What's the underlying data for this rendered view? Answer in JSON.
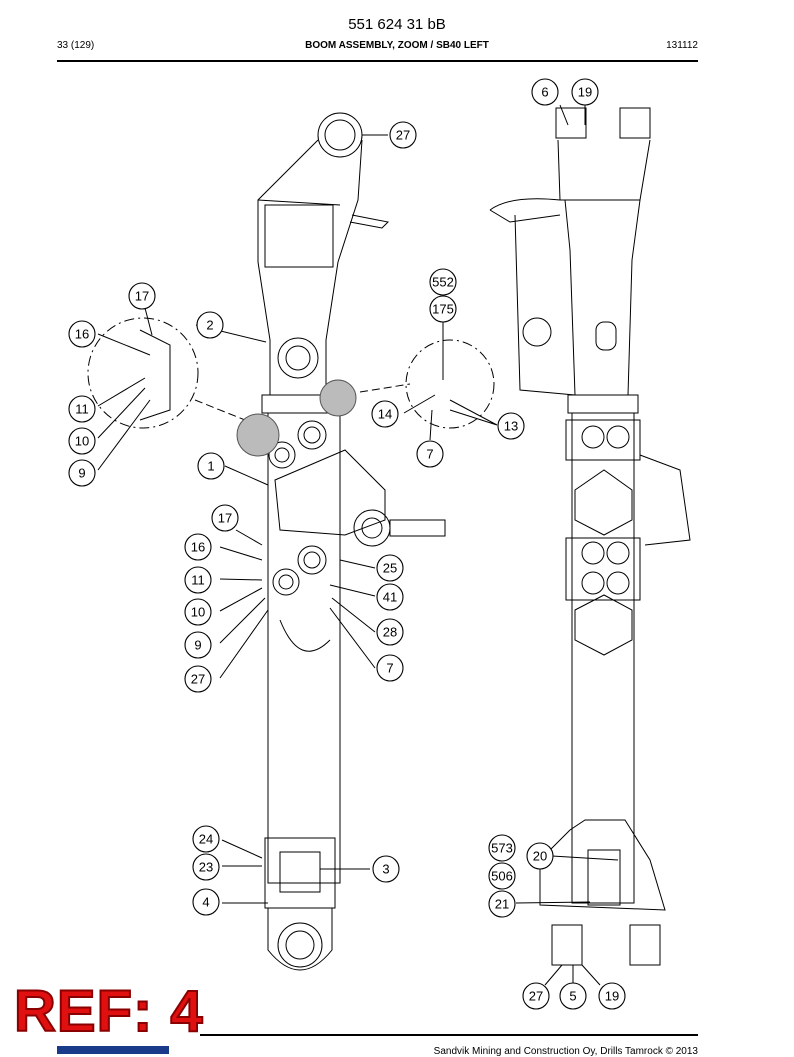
{
  "document_number": "551 624 31 bB",
  "header": {
    "page": "33 (129)",
    "title": "BOOM ASSEMBLY, ZOOM / SB40 LEFT",
    "date_code": "131112"
  },
  "footer": {
    "copyright": "Sandvik Mining and Construction Oy, Drills Tamrock © 2013"
  },
  "stamp": {
    "text": "REF: 4",
    "color": "#e01010"
  },
  "callouts": {
    "c6": "6",
    "c19a": "19",
    "c27a": "27",
    "c2": "2",
    "c17a": "17",
    "c16a": "16",
    "c11a": "11",
    "c10a": "10",
    "c9a": "9",
    "c1": "1",
    "c552": "552",
    "c175": "175",
    "c14": "14",
    "c13": "13",
    "c7a": "7",
    "c17b": "17",
    "c16b": "16",
    "c11b": "11",
    "c10b": "10",
    "c9b": "9",
    "c27b": "27",
    "c25": "25",
    "c41": "41",
    "c28": "28",
    "c7b": "7",
    "c24": "24",
    "c23": "23",
    "c3": "3",
    "c4": "4",
    "c573": "573",
    "c506": "506",
    "c20": "20",
    "c21": "21",
    "c27c": "27",
    "c5": "5",
    "c19b": "19"
  }
}
